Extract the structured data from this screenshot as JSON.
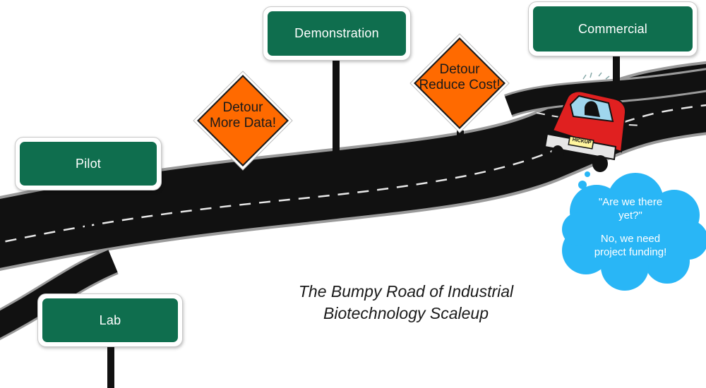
{
  "signs": {
    "lab": "Lab",
    "pilot": "Pilot",
    "demonstration": "Demonstration",
    "commercial": "Commercial"
  },
  "detour_signs": {
    "more_data": {
      "line1": "Detour",
      "line2": "More Data!"
    },
    "reduce_cost": {
      "line1": "Detour",
      "line2": "Reduce Cost!"
    }
  },
  "car_plate": "HICKUP",
  "thought_bubble": {
    "question_line1": "\"Are we there",
    "question_line2": "yet?\"",
    "answer_line1": "No, we need",
    "answer_line2": "project funding!"
  },
  "caption": {
    "line1": "The Bumpy Road of Industrial",
    "line2": "Biotechnology Scaleup"
  },
  "colors": {
    "sign_green": "#0f6e4e",
    "detour_orange": "#ff6a00",
    "road": "#111111",
    "cloud": "#29b6f6",
    "car_red": "#e02020"
  }
}
